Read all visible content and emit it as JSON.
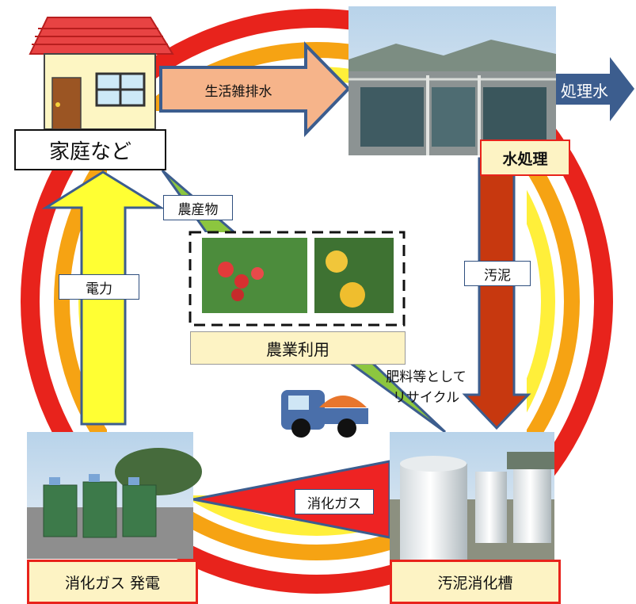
{
  "nodes": {
    "home": "家庭など",
    "water_treatment": "水処理",
    "sludge_digester": "汚泥消化槽",
    "gas_power": "消化ガス 発電",
    "agri_use": "農業利用"
  },
  "flows": {
    "wastewater": "生活雑排水",
    "treated_water": "処理水",
    "sludge": "汚泥",
    "fertilizer_line1": "肥料等として",
    "fertilizer_line2": "リサイクル",
    "digestion_gas": "消化ガス",
    "electricity": "電力",
    "produce": "農産物"
  },
  "colors": {
    "ring_red": "#e8231c",
    "ring_orange": "#f6a313",
    "ring_yellow": "#ffef3a",
    "arrow_blue": "#3c5d8e",
    "peach": "#f6b48a",
    "sludge_red": "#c7380f",
    "caption_fill": "#fdf3c4"
  }
}
